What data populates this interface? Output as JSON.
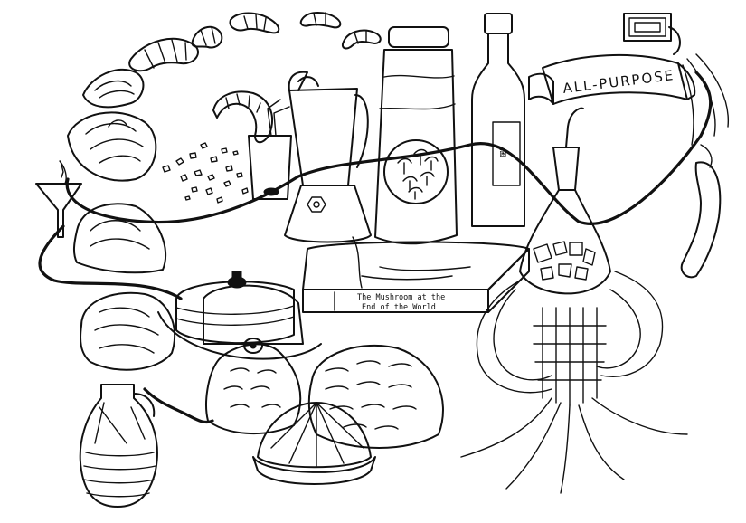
{
  "illustration": {
    "banner_text": "ALL-PURPOSE",
    "book_title_line1": "The Mushroom at the",
    "book_title_line2": "End of the World",
    "bottle_label_glyph": "菌"
  },
  "colors": {
    "ink": "#111111",
    "paper": "#ffffff"
  }
}
